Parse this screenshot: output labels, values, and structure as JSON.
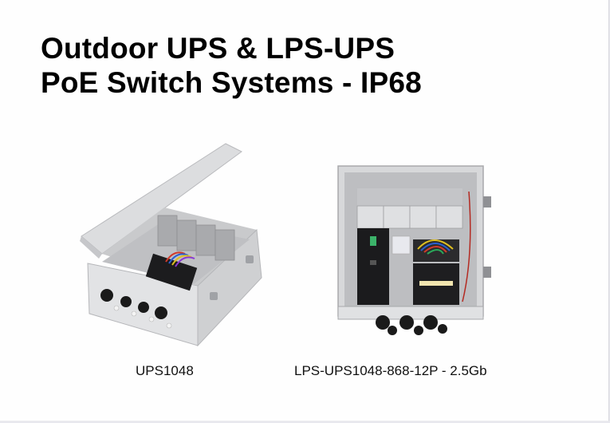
{
  "slide": {
    "title_lines": [
      "Outdoor UPS & LPS-UPS",
      "PoE Switch Systems - IP68"
    ],
    "products": [
      {
        "caption": "UPS1048",
        "image": "open-outdoor-ups-enclosure-photo"
      },
      {
        "caption": "LPS-UPS1048-868-12P - 2.5Gb",
        "image": "open-outdoor-lps-ups-poe-switch-enclosure-photo"
      }
    ]
  },
  "colors": {
    "background": "#fefefe",
    "text": "#000000",
    "enclosure_gray": "#d9dadc"
  }
}
